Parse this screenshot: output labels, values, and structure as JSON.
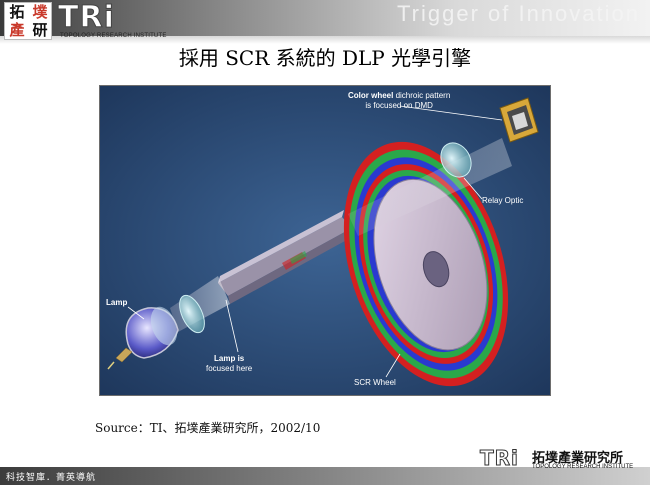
{
  "header": {
    "logo_chars": [
      "拓",
      "墣",
      "產",
      "研"
    ],
    "brand": "TRi",
    "brand_subtitle": "TOPOLOGY RESEARCH INSTITUTE",
    "tagline": "Trigger of Innovation"
  },
  "slide": {
    "title": "採用 SCR 系統的 DLP 光學引擎"
  },
  "figure": {
    "labels": {
      "color_wheel_bold": "Color wheel",
      "color_wheel_rest": " dichroic pattern",
      "color_wheel_line2": "is focused on DMD",
      "relay_optic": "Relay Optic",
      "lamp": "Lamp",
      "lamp_focus_bold": "Lamp is",
      "lamp_focus_line2": "focused here",
      "scr_wheel": "SCR Wheel"
    }
  },
  "source_text": "Source：TI、拓墣產業研究所，2002/10",
  "footer": {
    "slogan": "科技智庫．菁英導航",
    "brand": "TRi",
    "brand_cn": "拓墣產業研究所",
    "brand_subtitle": "TOPOLOGY RESEARCH INSTITUTE"
  },
  "colors": {
    "figure_background": "#2a4a74",
    "wheel_red": "#d42020",
    "wheel_green": "#2aa84a",
    "wheel_blue": "#2a3ad0"
  }
}
